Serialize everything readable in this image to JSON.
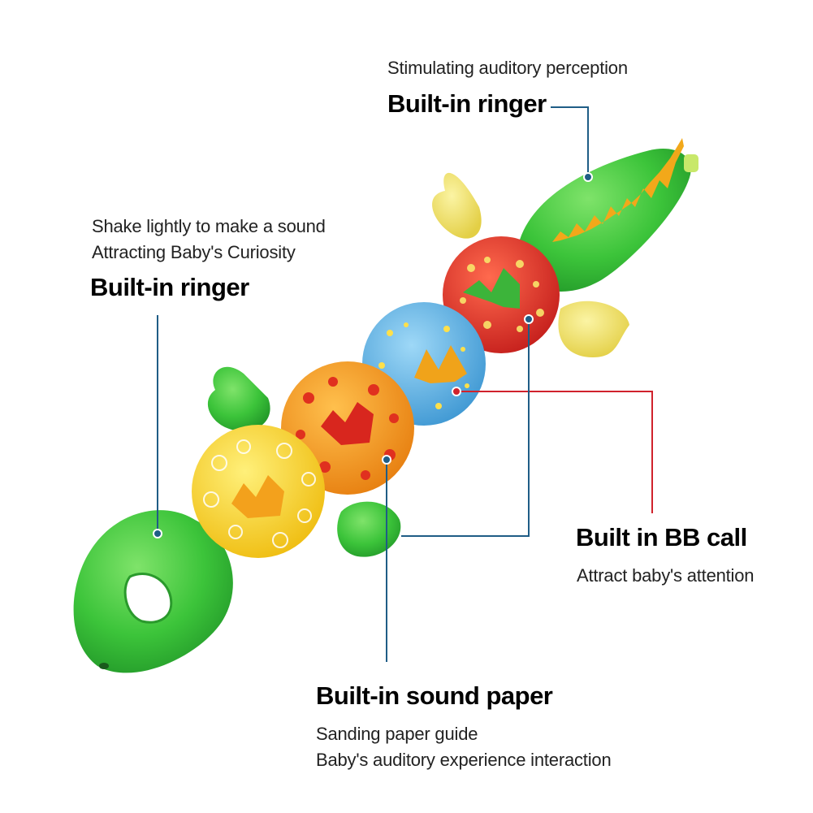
{
  "colors": {
    "callout_blue": "#1f5d86",
    "callout_red": "#d0222c",
    "plush_green": "#3cc43a",
    "ball_red": "#e8332b",
    "ball_blue": "#5cb4e6",
    "ball_orange": "#f39a1e",
    "ball_yellow": "#f8d21c",
    "wing_yellow": "#f2e36a"
  },
  "callouts": {
    "top_ringer": {
      "subtitle": "Stimulating auditory perception",
      "title": "Built-in ringer"
    },
    "left_ringer": {
      "subtitle_line1": "Shake lightly to make a sound",
      "subtitle_line2": "Attracting Baby's Curiosity",
      "title": "Built-in ringer"
    },
    "bb_call": {
      "title": "Built in BB call",
      "subtitle": "Attract baby's attention"
    },
    "sound_paper": {
      "title": "Built-in sound paper",
      "subtitle_line1": "Sanding paper guide",
      "subtitle_line2": "Baby's auditory experience interaction"
    }
  }
}
